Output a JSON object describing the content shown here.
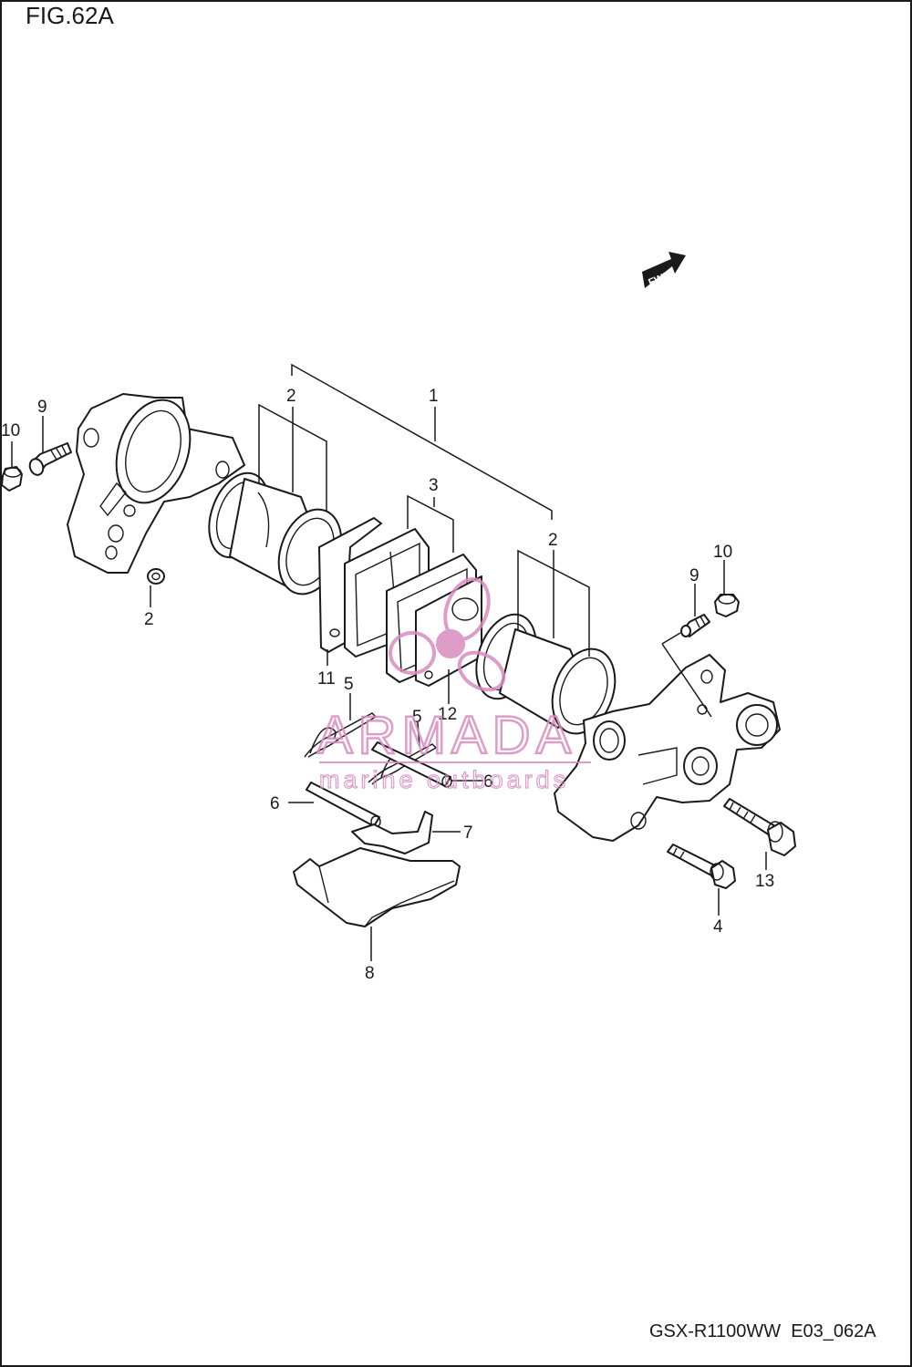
{
  "figure": {
    "title": "FIG.62A",
    "footer": "GSX-R1100WW  E03_062A",
    "fwd_label": "FWD"
  },
  "callouts": [
    {
      "id": "c1",
      "text": "1"
    },
    {
      "id": "c2a",
      "text": "2"
    },
    {
      "id": "c2b",
      "text": "2"
    },
    {
      "id": "c2c",
      "text": "2"
    },
    {
      "id": "c3",
      "text": "3"
    },
    {
      "id": "c4",
      "text": "4"
    },
    {
      "id": "c5a",
      "text": "5"
    },
    {
      "id": "c5b",
      "text": "5"
    },
    {
      "id": "c6a",
      "text": "6"
    },
    {
      "id": "c6b",
      "text": "6"
    },
    {
      "id": "c7",
      "text": "7"
    },
    {
      "id": "c8",
      "text": "8"
    },
    {
      "id": "c9a",
      "text": "9"
    },
    {
      "id": "c9b",
      "text": "9"
    },
    {
      "id": "c10a",
      "text": "10"
    },
    {
      "id": "c10b",
      "text": "10"
    },
    {
      "id": "c11",
      "text": "11"
    },
    {
      "id": "c12",
      "text": "12"
    },
    {
      "id": "c13",
      "text": "13"
    }
  ],
  "watermark": {
    "brand": "ARMADA",
    "tagline": "marine outboards",
    "color": "#d98cc0"
  },
  "colors": {
    "line": "#1a1a1a",
    "background": "#ffffff"
  }
}
